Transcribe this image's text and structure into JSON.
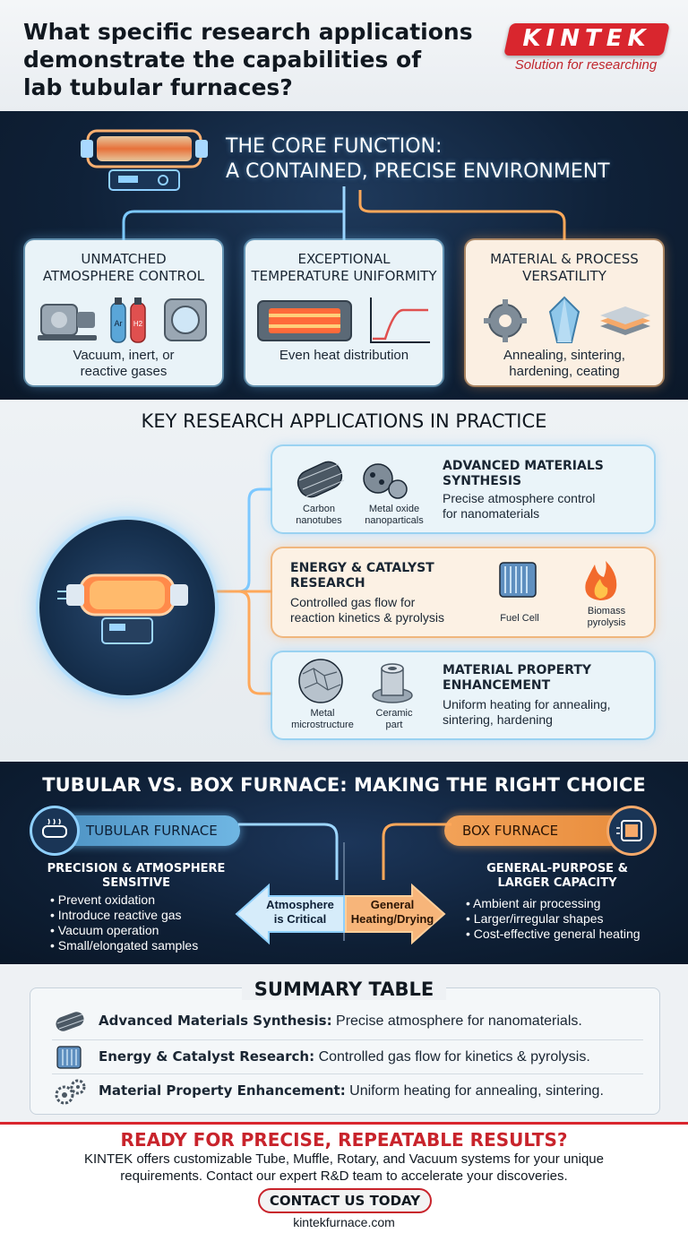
{
  "header": {
    "title_lines": [
      "What specific research applications",
      "demonstrate the capabilities of",
      "lab tubular furnaces?"
    ],
    "logo": {
      "brand": "KINTEK",
      "tagline": "Solution for researching"
    }
  },
  "core": {
    "title_lines": [
      "THE CORE FUNCTION:",
      "A CONTAINED, PRECISE ENVIRONMENT"
    ],
    "cards": [
      {
        "title_lines": [
          "UNMATCHED",
          "ATMOSPHERE CONTROL"
        ],
        "desc_lines": [
          "Vacuum, inert, or",
          "reactive gases"
        ],
        "icons": [
          "vacuum-pump-icon",
          "gas-cylinders-icon",
          "vacuum-chamber-icon"
        ],
        "cylinder_labels": [
          "Ar",
          "H2"
        ]
      },
      {
        "title_lines": [
          "EXCEPTIONAL",
          "TEMPERATURE UNIFORMITY"
        ],
        "desc_lines": [
          "Even heat distribution"
        ],
        "icons": [
          "heating-chamber-icon",
          "temperature-curve-icon"
        ]
      },
      {
        "title_lines": [
          "MATERIAL & PROCESS",
          "VERSATILITY"
        ],
        "desc_lines": [
          "Annealing, sintering,",
          "hardening, ceating"
        ],
        "icons": [
          "gear-icon",
          "crystal-icon",
          "layers-icon"
        ]
      }
    ]
  },
  "applications": {
    "title": "KEY RESEARCH APPLICATIONS IN PRACTICE",
    "items": [
      {
        "title_lines": [
          "ADVANCED MATERIALS",
          "SYNTHESIS"
        ],
        "desc_lines": [
          "Precise atmosphere control",
          "for nanomaterials"
        ],
        "icon_labels": [
          [
            "Carbon",
            "nanotubes"
          ],
          [
            "Metal oxide",
            "nanoparticals"
          ]
        ]
      },
      {
        "title_lines": [
          "ENERGY & CATALYST",
          "RESEARCH"
        ],
        "desc_lines": [
          "Controlled gas flow for",
          "reaction kinetics & pyrolysis"
        ],
        "icon_labels": [
          [
            "Fuel Cell"
          ],
          [
            "Biomass",
            "pyrolysis"
          ]
        ]
      },
      {
        "title_lines": [
          "MATERIAL PROPERTY",
          "ENHANCEMENT"
        ],
        "desc_lines": [
          "Uniform heating for annealing,",
          "sintering, hardening"
        ],
        "icon_labels": [
          [
            "Metal",
            "microstructure"
          ],
          [
            "Ceramic",
            "part"
          ]
        ]
      }
    ]
  },
  "compare": {
    "title": "TUBULAR VS. BOX FURNACE: MAKING THE RIGHT CHOICE",
    "tubular": {
      "label": "TUBULAR FURNACE",
      "head_lines": [
        "PRECISION & ATMOSPHERE",
        "SENSITIVE"
      ],
      "points": [
        "Prevent oxidation",
        "Introduce reactive gas",
        "Vacuum operation",
        "Small/elongated samples"
      ],
      "arrow_lines": [
        "Atmosphere",
        "is Critical"
      ]
    },
    "box": {
      "label": "BOX FURNACE",
      "head_lines": [
        "GENERAL-PURPOSE &",
        "LARGER CAPACITY"
      ],
      "points": [
        "Ambient air processing",
        "Larger/irregular shapes",
        "Cost-effective general heating"
      ],
      "arrow_lines": [
        "General",
        "Heating/Drying"
      ]
    }
  },
  "summary": {
    "title": "SUMMARY TABLE",
    "rows": [
      {
        "label": "Advanced Materials Synthesis:",
        "text": " Precise atmosphere for nanomaterials.",
        "icon": "nanotube-icon"
      },
      {
        "label": "Energy & Catalyst Research:",
        "text": " Controlled gas flow for kinetics & pyrolysis.",
        "icon": "fuel-cell-icon"
      },
      {
        "label": "Material Property Enhancement:",
        "text": " Uniform heating for annealing, sintering.",
        "icon": "gears-icon"
      }
    ]
  },
  "cta": {
    "title": "READY FOR PRECISE, REPEATABLE RESULTS?",
    "text_lines": [
      "KINTEK offers customizable Tube, Muffle, Rotary, and Vacuum systems for your unique",
      "requirements. Contact our expert R&D team to accelerate your discoveries."
    ],
    "button": "CONTACT US TODAY",
    "url": "kintekfurnace.com"
  },
  "colors": {
    "brand_red": "#d9262e",
    "navy": "#0f2138",
    "cool_glow": "#78c8ff",
    "warm_glow": "#ffaa5a"
  }
}
